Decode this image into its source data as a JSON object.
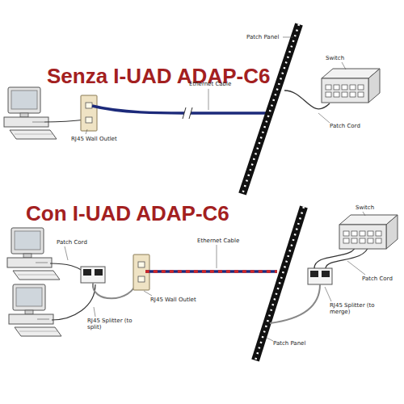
{
  "diagram": {
    "labels": [
      "Senza I-UAD ADAP-C6",
      "Patch Panel",
      "Switch",
      "Ethernet Cable",
      "RJ45 Wall Outlet",
      "Patch Cord",
      "Con I-UAD ADAP-C6",
      "Switch",
      "Patch Cord",
      "Ethernet Cable",
      "Patch Cord",
      "RJ45 Wall Outlet",
      "RJ45 Splitter (to merge)",
      "RJ45 Splitter (to split)",
      "Patch Panel"
    ]
  }
}
